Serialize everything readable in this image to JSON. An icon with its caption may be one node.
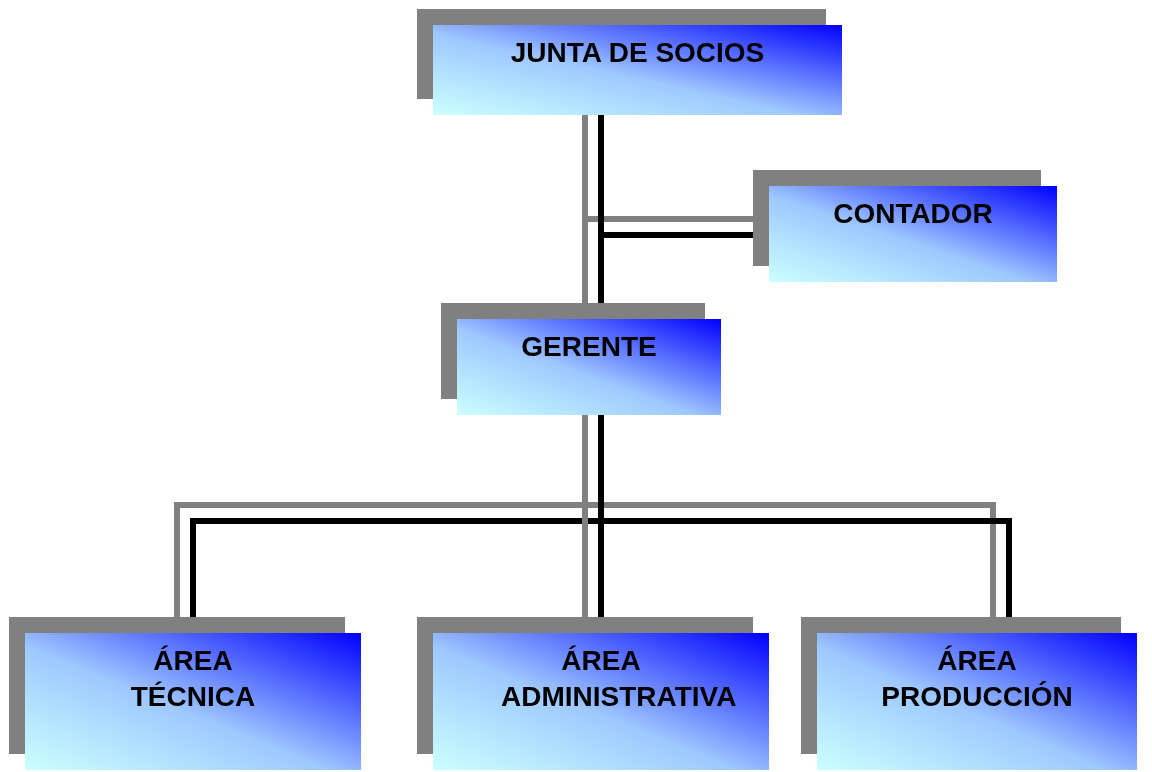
{
  "diagram": {
    "nodes": [
      {
        "text": [
          "JUNTA DE SOCIOS"
        ]
      },
      {
        "text": [
          "CONTADOR"
        ]
      },
      {
        "text": [
          "GERENTE"
        ]
      },
      {
        "text": [
          "ÁREA TÉCNICA"
        ]
      },
      {
        "text": [
          "ÁREA ADMINISTRATIVA"
        ]
      },
      {
        "text": [
          "ÁREA PRODUCCIÓN"
        ]
      }
    ],
    "edges": [
      {
        "from": 0,
        "to": 1,
        "arrow": "none"
      },
      {
        "from": 0,
        "to": 2,
        "arrow": "none"
      },
      {
        "from": 2,
        "to": 3,
        "arrow": "none"
      },
      {
        "from": 2,
        "to": 4,
        "arrow": "none"
      },
      {
        "from": 2,
        "to": 5,
        "arrow": "none"
      }
    ]
  }
}
